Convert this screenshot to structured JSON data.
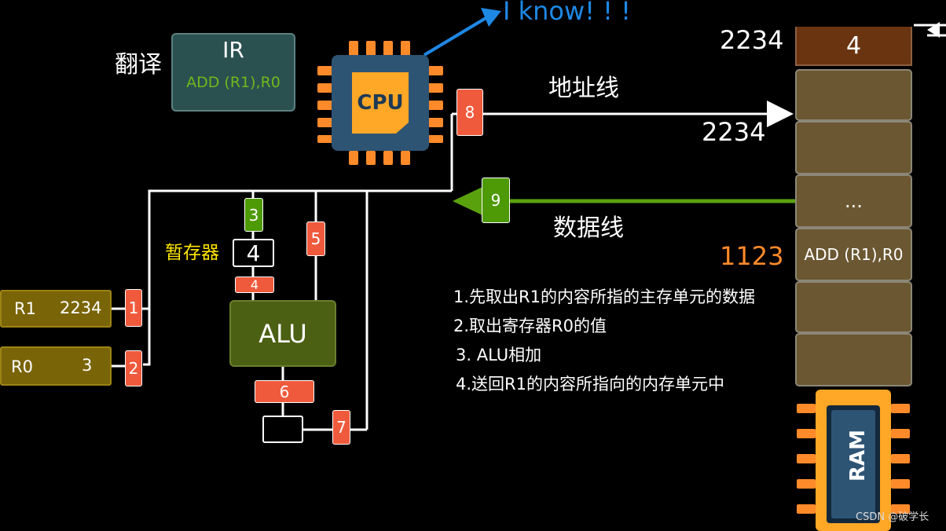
{
  "ir": {
    "title": "IR",
    "instruction": "ADD (R1),R0"
  },
  "translate_label": "翻译",
  "cpu": {
    "label": "CPU"
  },
  "cpu_says": "I know! ! !",
  "address_bus": {
    "label": "地址线",
    "value": "2234"
  },
  "data_bus": {
    "label": "数据线"
  },
  "memory": {
    "top_address": "2234",
    "top_value": "4",
    "cells": [
      "",
      "",
      "...",
      "ADD (R1),R0",
      "",
      ""
    ],
    "instruction_address": "1123",
    "chip_label": "RAM"
  },
  "registers": [
    {
      "name": "R1",
      "value": "2234"
    },
    {
      "name": "R0",
      "value": "3"
    }
  ],
  "temp_register": {
    "label": "暂存器",
    "value": "4"
  },
  "alu": {
    "label": "ALU"
  },
  "step_tags": [
    "1",
    "2",
    "3",
    "4",
    "5",
    "6",
    "7",
    "8",
    "9"
  ],
  "steps": [
    "1.先取出R1的内容所指的主存单元的数据",
    "2.取出寄存器R0的值",
    "3. ALU相加",
    "4.送回R1的内容所指向的内存单元中"
  ],
  "watermark": "CSDN @破学长",
  "colors": {
    "bus_arrow": "#ffffff",
    "data_arrow": "#5aa10e",
    "speech_arrow": "#1e88e5",
    "tag_red": "#f05a3c",
    "tag_green": "#4e9a06",
    "address_orange": "#ff8a2a",
    "temp_label": "#ffe600"
  }
}
